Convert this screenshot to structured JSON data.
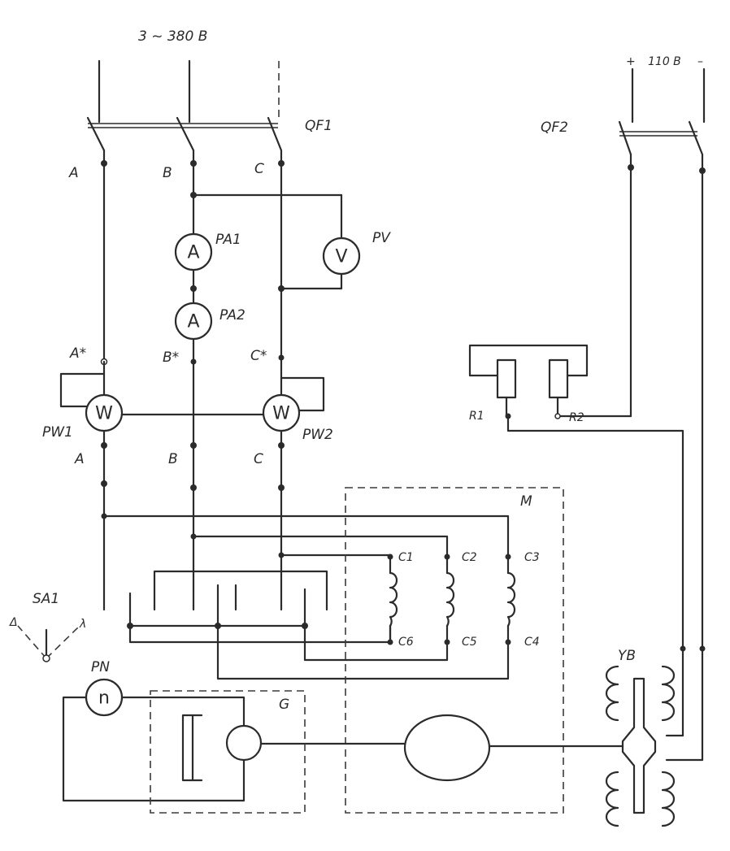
{
  "supply": {
    "ac": "3 ~ 380 B",
    "dc_plus": "+",
    "dc_value": "110 B",
    "dc_minus": "–"
  },
  "breakers": {
    "qf1": "QF1",
    "qf2": "QF2"
  },
  "phases_top": {
    "a": "A",
    "b": "B",
    "c": "C"
  },
  "phases_star": {
    "a": "A*",
    "b": "B*",
    "c": "C*"
  },
  "phases_bottom": {
    "a": "A",
    "b": "B",
    "c": "C"
  },
  "meters": {
    "pa1": {
      "label": "PA1",
      "symbol": "A"
    },
    "pa2": {
      "label": "PA2",
      "symbol": "A"
    },
    "pv": {
      "label": "PV",
      "symbol": "V"
    },
    "pw1": {
      "label": "PW1",
      "symbol": "W"
    },
    "pw2": {
      "label": "PW2",
      "symbol": "W"
    },
    "pn": {
      "label": "PN",
      "symbol": "n"
    }
  },
  "resistors": {
    "r1": "R1",
    "r2": "R2"
  },
  "motor": {
    "label": "M"
  },
  "windings": {
    "c1": "C1",
    "c2": "C2",
    "c3": "C3",
    "c4": "C4",
    "c5": "C5",
    "c6": "C6"
  },
  "switch": {
    "label": "SA1",
    "delta": "Δ",
    "star": "λ"
  },
  "generator": {
    "label": "G"
  },
  "brake": {
    "label": "YB"
  }
}
